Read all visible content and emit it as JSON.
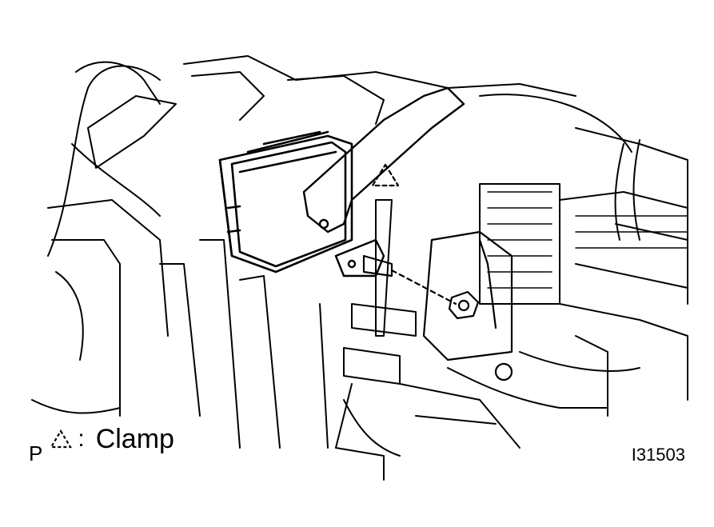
{
  "legend": {
    "mark": "P",
    "symbol_icon": "dashed-triangle-icon",
    "separator": ":",
    "label": "Clamp"
  },
  "figure_id": "I31503",
  "colors": {
    "line": "#000000",
    "background": "#ffffff"
  }
}
